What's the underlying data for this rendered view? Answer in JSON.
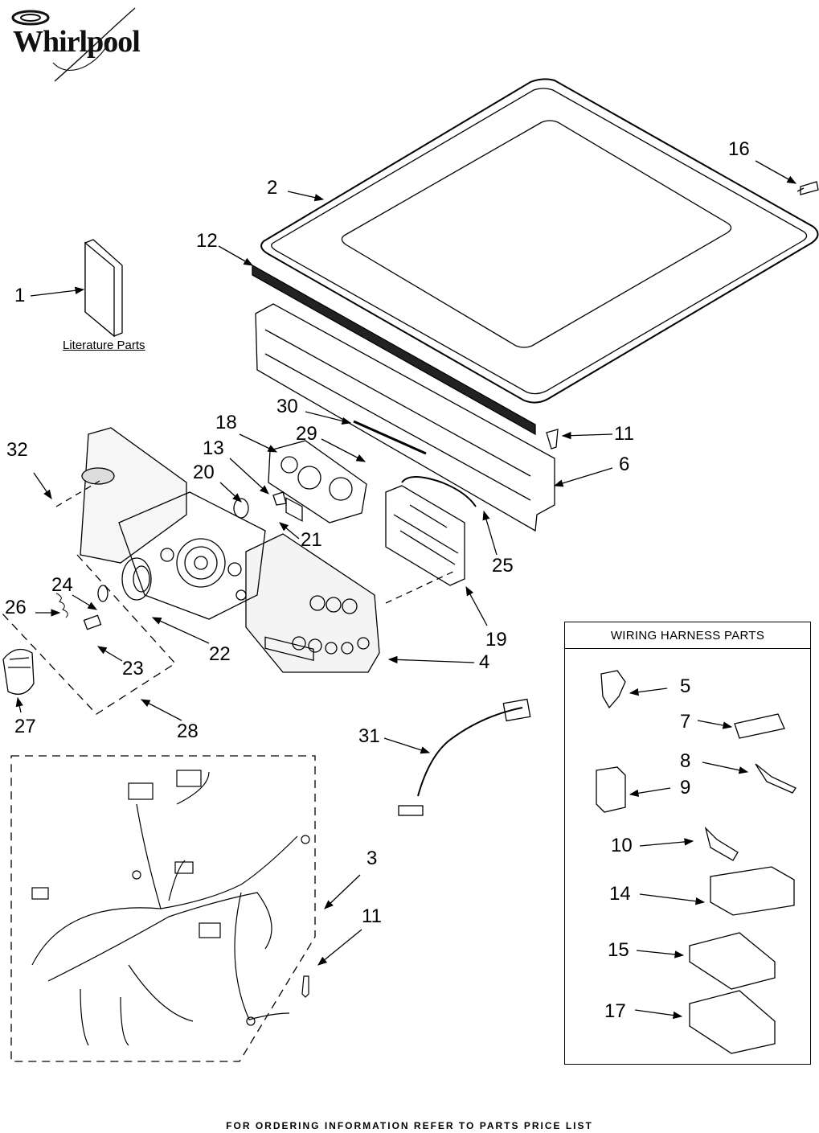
{
  "brand": {
    "name": "Whirlpool"
  },
  "literature_label": "Literature Parts",
  "wiring_box": {
    "title": "WIRING HARNESS PARTS"
  },
  "footer": "FOR ORDERING INFORMATION REFER TO PARTS PRICE LIST",
  "callouts": {
    "c1": "1",
    "c2": "2",
    "c3": "3",
    "c4": "4",
    "c5": "5",
    "c6": "6",
    "c7": "7",
    "c8": "8",
    "c9": "9",
    "c10": "10",
    "c11a": "11",
    "c11b": "11",
    "c12": "12",
    "c13": "13",
    "c14": "14",
    "c15": "15",
    "c16": "16",
    "c17": "17",
    "c18": "18",
    "c19": "19",
    "c20": "20",
    "c21": "21",
    "c22": "22",
    "c23": "23",
    "c24": "24",
    "c25": "25",
    "c26": "26",
    "c27": "27",
    "c28": "28",
    "c29": "29",
    "c30": "30",
    "c31": "31",
    "c32": "32"
  }
}
